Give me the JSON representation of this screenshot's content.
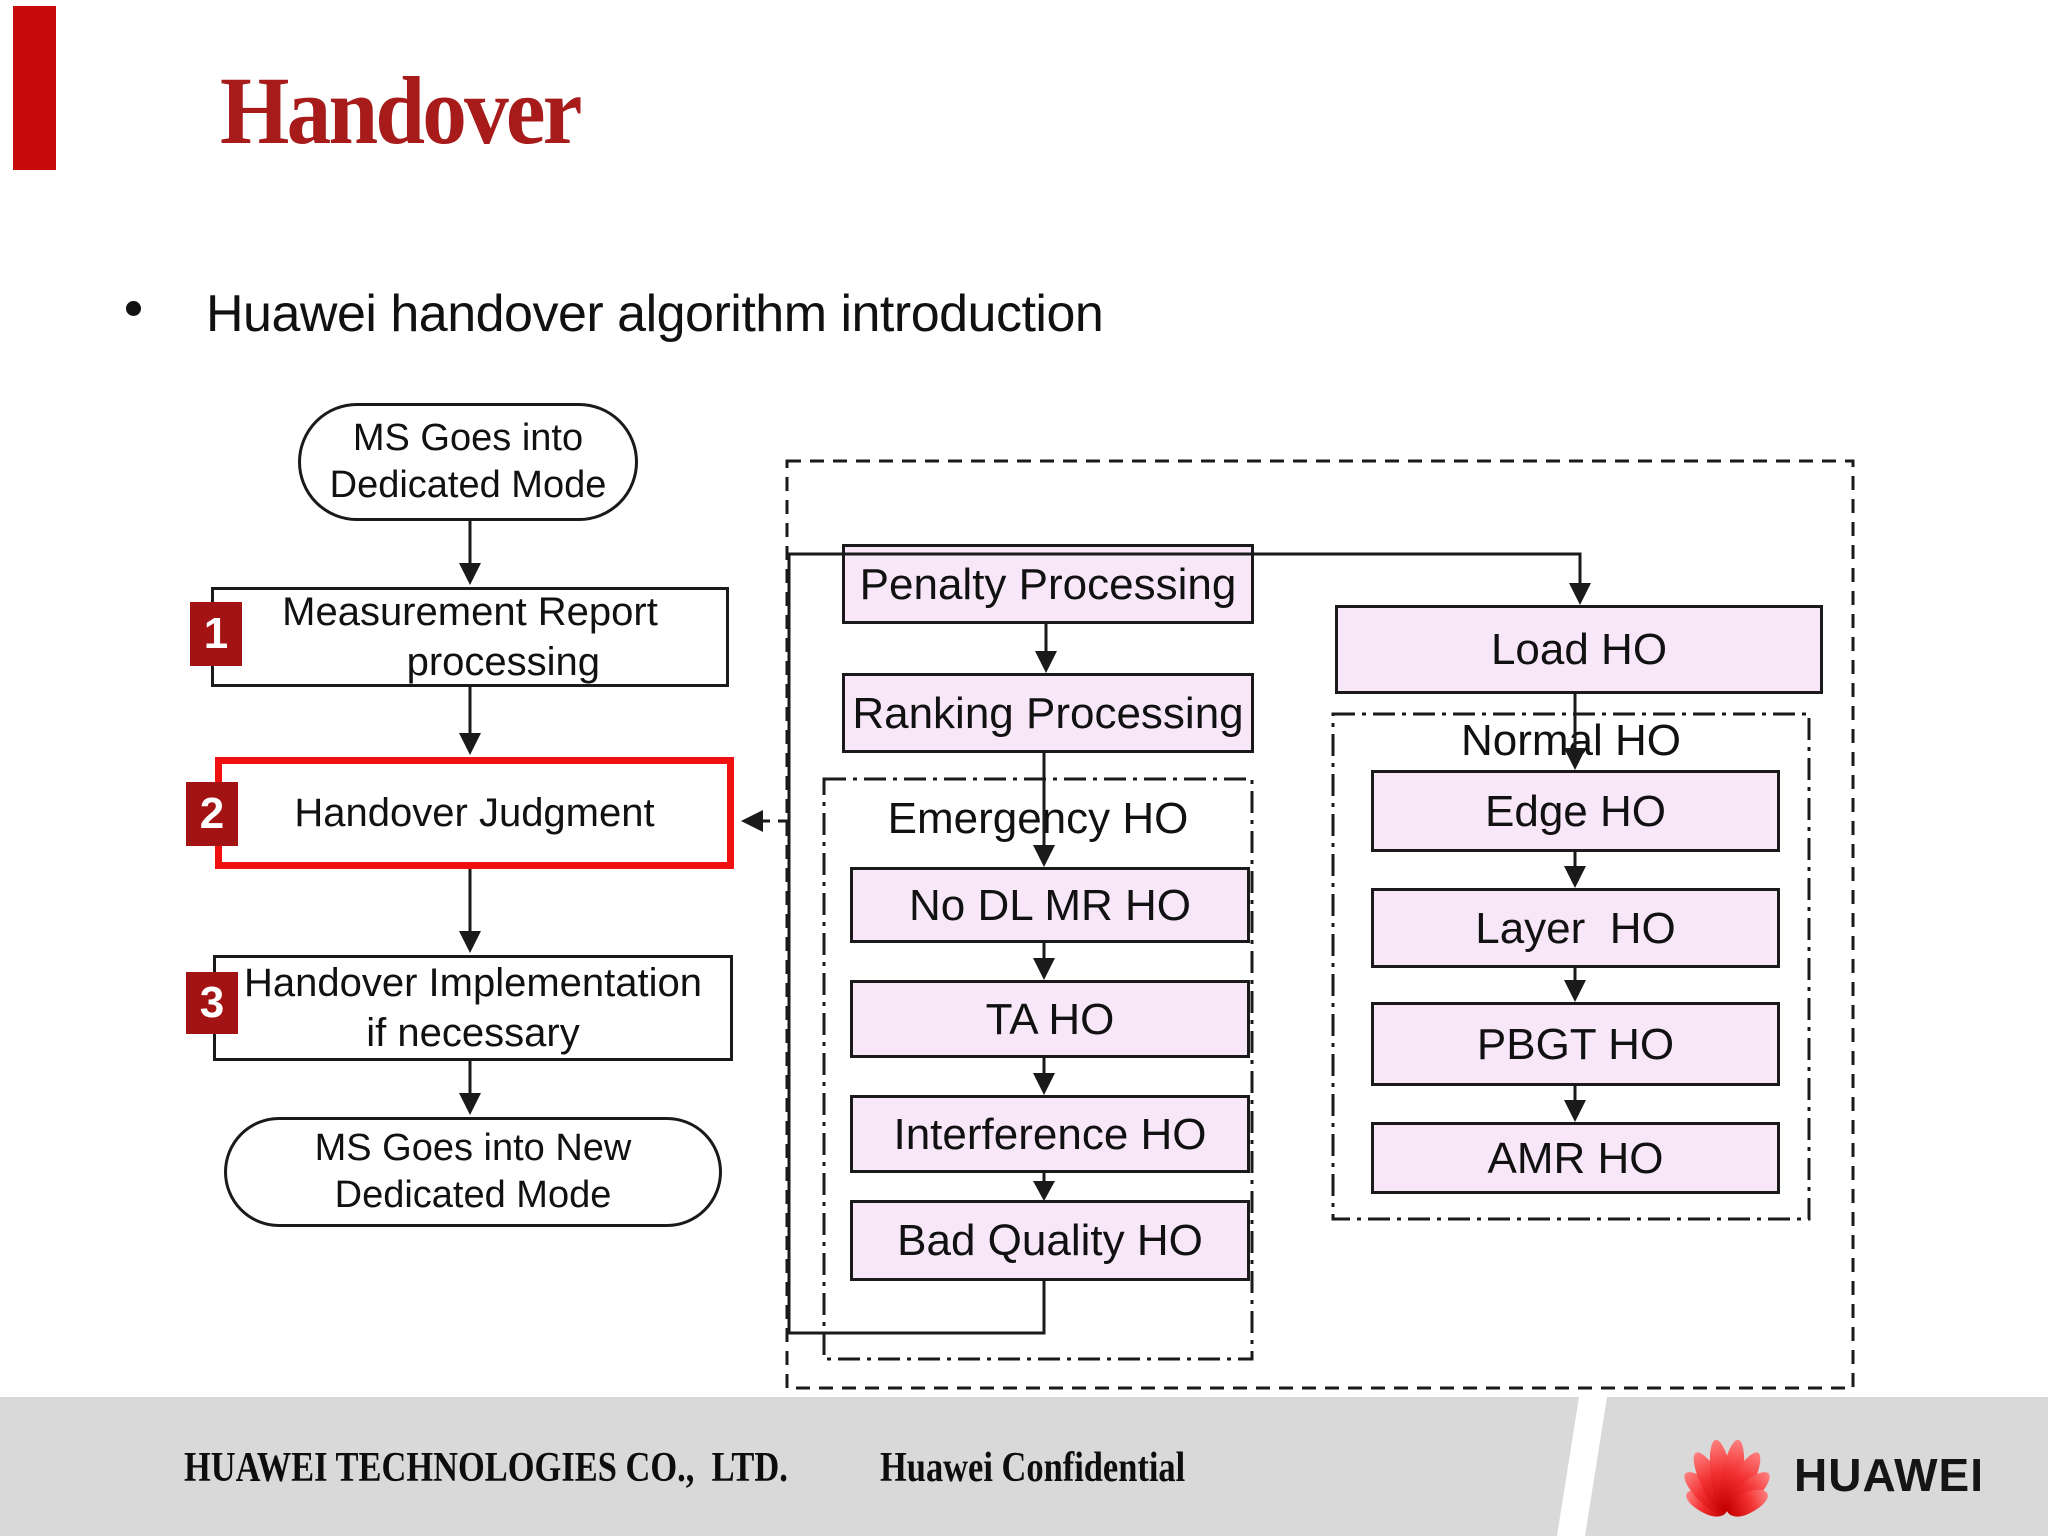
{
  "slide_title": "Handover",
  "bullet_text": "Huawei handover algorithm introduction",
  "left_flow": {
    "start": "MS Goes into\nDedicated Mode",
    "steps": [
      {
        "num": "1",
        "label": "Measurement Report\n      processing"
      },
      {
        "num": "2",
        "label": "Handover Judgment"
      },
      {
        "num": "3",
        "label": "Handover Implementation\nif necessary"
      }
    ],
    "end": "MS Goes into New\nDedicated Mode"
  },
  "right_flow": {
    "penalty": "Penalty Processing",
    "ranking": "Ranking Processing",
    "emergency_group": {
      "title": "Emergency HO",
      "items": [
        "No DL MR HO",
        "TA HO",
        "Interference HO",
        "Bad Quality HO"
      ]
    },
    "load": "Load HO",
    "normal_group": {
      "title": "Normal HO",
      "items": [
        "Edge HO",
        "Layer  HO",
        "PBGT HO",
        "AMR HO"
      ]
    }
  },
  "footer": {
    "company": "HUAWEI TECHNOLOGIES CO.,  LTD.",
    "confidential": "Huawei Confidential",
    "brand": "HUAWEI"
  },
  "colors": {
    "title_red": "#a81b1b",
    "badge_red": "#a31313",
    "highlight_border_red": "#f01010",
    "node_pink": "#f7e7f9",
    "footer_grey": "#d9d9d9",
    "corner_red": "#c90a0a"
  }
}
